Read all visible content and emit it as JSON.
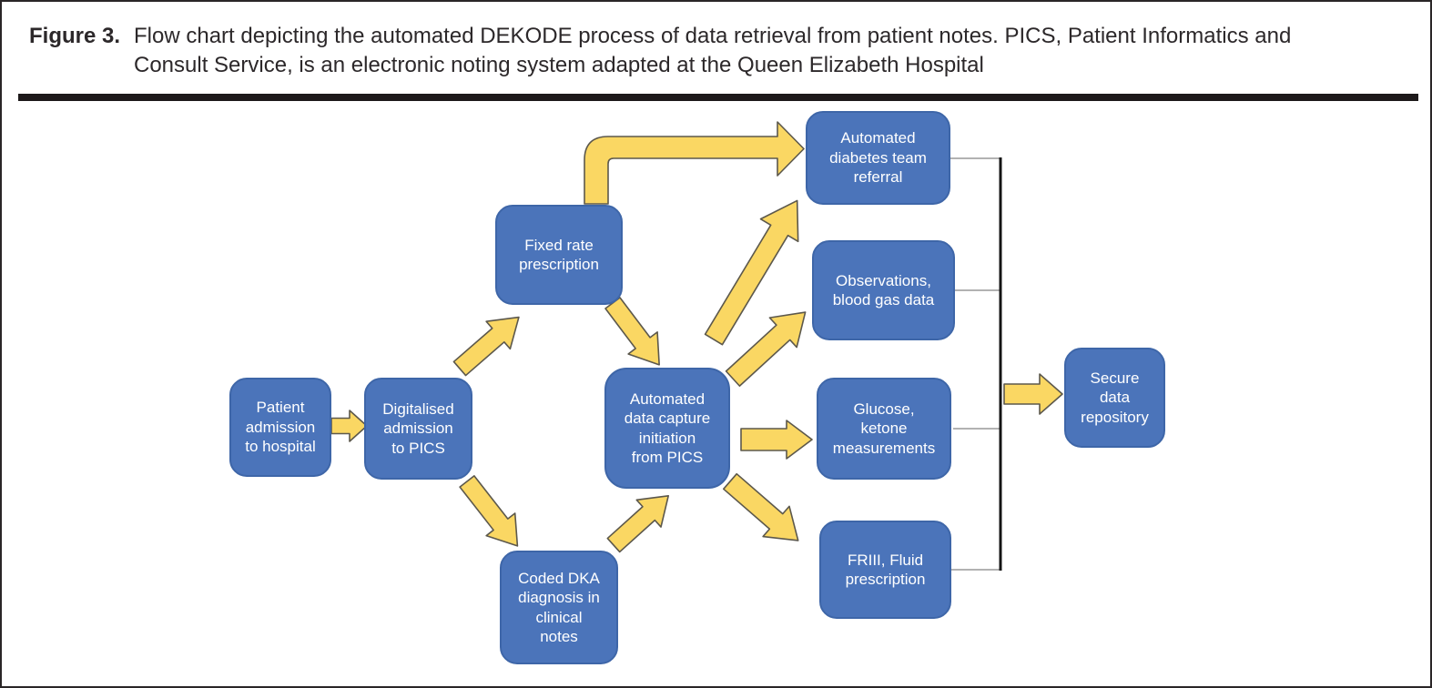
{
  "figure": {
    "label": "Figure 3.",
    "caption": "Flow chart depicting the automated DEKODE process of data retrieval from patient notes. PICS, Patient Informatics and\nConsult Service, is an electronic noting system adapted at the Queen Elizabeth Hospital"
  },
  "diagram": {
    "nodes": {
      "patient_admission": {
        "label": "Patient\nadmission\nto hospital"
      },
      "digitalised_admission": {
        "label": "Digitalised\nadmission\nto PICS"
      },
      "fixed_rate": {
        "label": "Fixed rate\nprescription"
      },
      "coded_dka": {
        "label": "Coded DKA\ndiagnosis in\nclinical\nnotes"
      },
      "data_capture": {
        "label": "Automated\ndata capture\ninitiation\nfrom PICS"
      },
      "diabetes_referral": {
        "label": "Automated\ndiabetes team\nreferral"
      },
      "observations": {
        "label": "Observations,\nblood gas data"
      },
      "glucose": {
        "label": "Glucose,\nketone\nmeasurements"
      },
      "friii": {
        "label": "FRIII, Fluid\nprescription"
      },
      "secure_repository": {
        "label": "Secure\ndata\nrepository"
      }
    },
    "edges": [
      {
        "from": "patient_admission",
        "to": "digitalised_admission"
      },
      {
        "from": "digitalised_admission",
        "to": "fixed_rate"
      },
      {
        "from": "digitalised_admission",
        "to": "coded_dka"
      },
      {
        "from": "fixed_rate",
        "to": "diabetes_referral"
      },
      {
        "from": "fixed_rate",
        "to": "data_capture"
      },
      {
        "from": "coded_dka",
        "to": "data_capture"
      },
      {
        "from": "data_capture",
        "to": "diabetes_referral"
      },
      {
        "from": "data_capture",
        "to": "observations"
      },
      {
        "from": "data_capture",
        "to": "glucose"
      },
      {
        "from": "data_capture",
        "to": "friii"
      },
      {
        "from": "diabetes_referral",
        "to": "secure_repository"
      },
      {
        "from": "observations",
        "to": "secure_repository"
      },
      {
        "from": "glucose",
        "to": "secure_repository"
      },
      {
        "from": "friii",
        "to": "secure_repository"
      }
    ],
    "colors": {
      "node_fill": "#4b74ba",
      "node_border": "#3e66a8",
      "node_text": "#ffffff",
      "arrow_fill": "#fad763",
      "arrow_outline": "#5c584c",
      "connector_line": "#999999",
      "collector_line": "#141414"
    }
  }
}
